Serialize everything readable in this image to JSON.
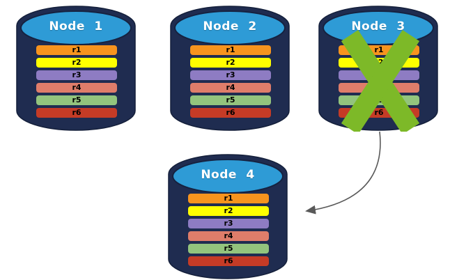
{
  "diagram": {
    "background": "#ffffff",
    "rows": [
      {
        "label": "r1",
        "color": "#F7941E"
      },
      {
        "label": "r2",
        "color": "#FFFF00"
      },
      {
        "label": "r3",
        "color": "#8E7CC3"
      },
      {
        "label": "r4",
        "color": "#DF7D6A"
      },
      {
        "label": "r5",
        "color": "#93C47D"
      },
      {
        "label": "r6",
        "color": "#C53B26"
      }
    ],
    "nodes": [
      {
        "title": "Node 1",
        "crossed_out": false
      },
      {
        "title": "Node 2",
        "crossed_out": false
      },
      {
        "title": "Node 3",
        "crossed_out": true
      },
      {
        "title": "Node 4",
        "crossed_out": false
      }
    ],
    "arrow": {
      "from": "Node 3",
      "to": "Node 4",
      "color": "#595959"
    },
    "colors": {
      "cylinder_body": "#1F2C50",
      "cylinder_outline": "#141F3A",
      "cylinder_top": "#2E9BD6",
      "node_title_text": "#FFFFFF",
      "row_label_text": "#000000",
      "cross": "#7DB928"
    }
  }
}
